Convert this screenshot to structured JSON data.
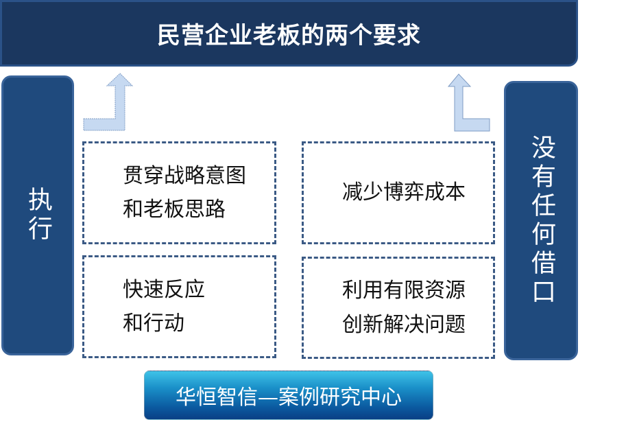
{
  "title": "民营企业老板的两个要求",
  "left_label": "执行",
  "right_label": "没有任何借口",
  "boxes": [
    "贯穿战略意图\n和老板思路",
    "减少博弈成本",
    "快速反应\n和行动",
    "利用有限资源\n创新解决问题"
  ],
  "banner": "华恒智信—案例研究中心",
  "colors": {
    "title_bg": "#1b375f",
    "side_bg": "#1f4a7d",
    "arrow": "#c6d9f1",
    "dash": "#3b5a85"
  }
}
